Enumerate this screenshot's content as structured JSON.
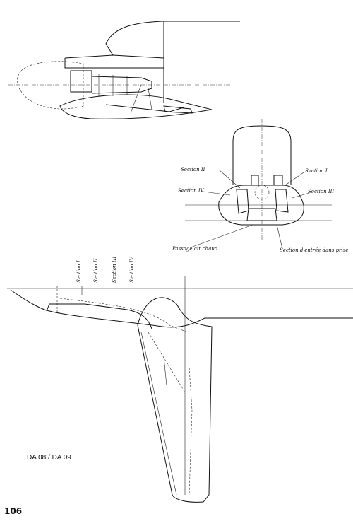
{
  "figure": {
    "labels": {
      "section_2": "Section II",
      "section_1": "Section I",
      "section_4": "Section IV",
      "section_3": "Section III",
      "hot_air": "Passage air chaud",
      "inlet_section": "Section d'entrée dans prise",
      "side_section_1": "Section I",
      "side_section_2": "Section II",
      "side_section_3": "Section III",
      "side_section_4": "Section IV"
    },
    "model": "DA 08 / DA 09",
    "page_number": "106"
  }
}
